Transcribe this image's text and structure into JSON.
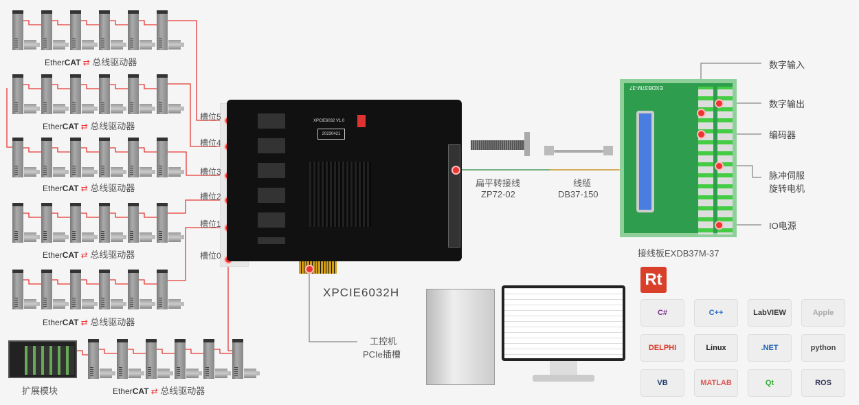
{
  "drive_groups": [
    {
      "brand": "EtherCAT",
      "label": "总线驱动器"
    },
    {
      "brand": "EtherCAT",
      "label": "总线驱动器"
    },
    {
      "brand": "EtherCAT",
      "label": "总线驱动器"
    },
    {
      "brand": "EtherCAT",
      "label": "总线驱动器"
    },
    {
      "brand": "EtherCAT",
      "label": "总线驱动器"
    },
    {
      "brand": "EtherCAT",
      "label": "总线驱动器"
    }
  ],
  "expansion_module": "扩展模块",
  "slots": [
    "槽位5",
    "槽位4",
    "槽位3",
    "槽位2",
    "槽位1",
    "槽位0"
  ],
  "card": {
    "name": "XPCIE6032H",
    "silk": "XPCIE6032 V1.0",
    "date": "20230421"
  },
  "ribbon": {
    "title": "扁平转接线",
    "model": "ZP72-02"
  },
  "cable": {
    "title": "线缆",
    "model": "DB37-150"
  },
  "terminal_board": {
    "label": "接线板EXDB37M-37",
    "silk": "EXDB37M-37"
  },
  "io": [
    "数字输入",
    "数字输出",
    "编码器",
    "脉冲伺服",
    "旋转电机",
    "IO电源"
  ],
  "ipc": {
    "line1": "工控机",
    "line2": "PCIe插槽"
  },
  "software": {
    "logo": "Rt",
    "tiles": [
      "C#",
      "C++",
      "LabVIEW",
      "Apple",
      "DELPHI",
      "Linux",
      ".NET",
      "python",
      "VB",
      "MATLAB",
      "Qt",
      "ROS"
    ]
  },
  "colors": {
    "wire": "#e53935",
    "accent": "#e53935"
  }
}
